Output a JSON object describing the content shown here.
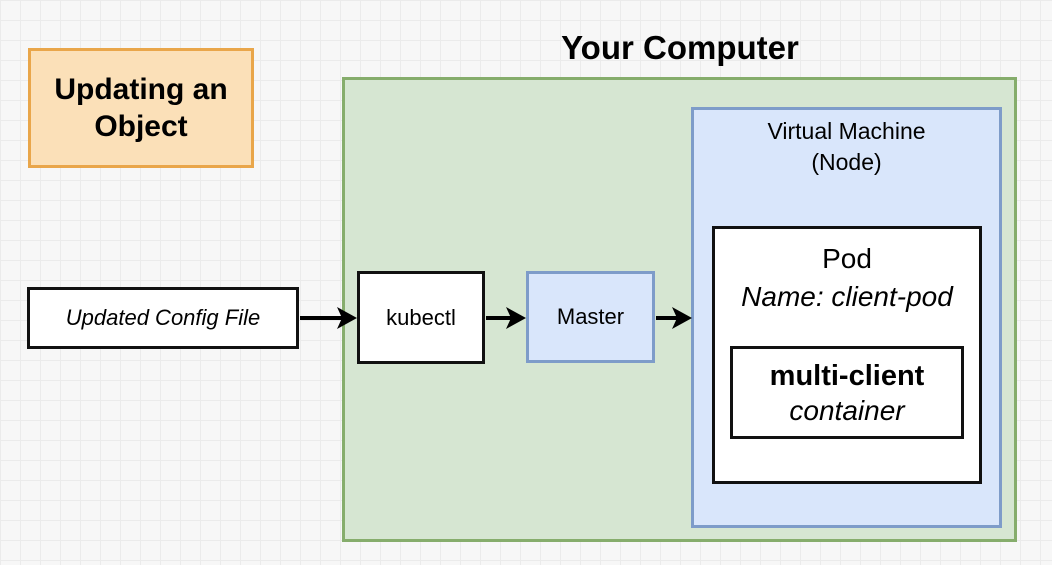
{
  "title": "Updating an Object",
  "computer": {
    "label": "Your Computer"
  },
  "vm": {
    "line1": "Virtual Machine",
    "line2": "(Node)"
  },
  "pod": {
    "label": "Pod",
    "name": "Name: client-pod"
  },
  "container": {
    "name": "multi-client",
    "kind": "container"
  },
  "flow": {
    "config_file": "Updated Config File",
    "kubectl": "kubectl",
    "master": "Master"
  },
  "colors": {
    "title_fill": "#fbe0b8",
    "title_border": "#e9a64a",
    "computer_fill": "#d6e6d2",
    "computer_border": "#86ad6c",
    "node_fill": "#d9e6fb",
    "node_border": "#7e9cc9"
  }
}
